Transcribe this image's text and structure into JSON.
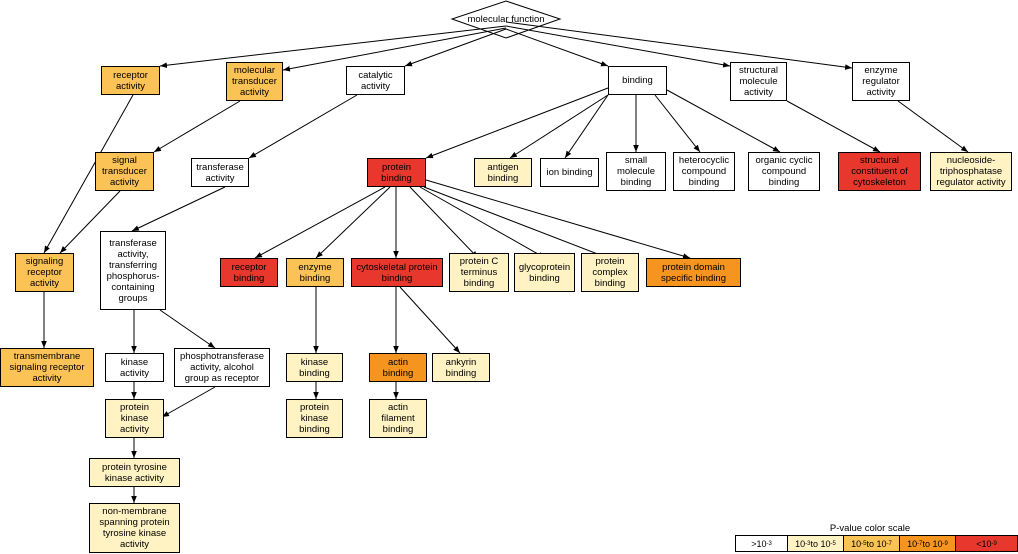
{
  "root": {
    "label": "molecular function"
  },
  "colors": {
    "c0": "#ffffff",
    "c1": "#fff3c4",
    "c2": "#fbc255",
    "c3": "#f5951f",
    "c4": "#e8382e"
  },
  "nodes": {
    "receptor_activity": "receptor\nactivity",
    "molecular_transducer": "molecular\ntransducer\nactivity",
    "catalytic_activity": "catalytic\nactivity",
    "binding": "binding",
    "structural_molecule": "structural\nmolecule\nactivity",
    "enzyme_regulator": "enzyme\nregulator\nactivity",
    "signal_transducer": "signal\ntransducer\nactivity",
    "transferase_activity": "transferase\nactivity",
    "protein_binding": "protein\nbinding",
    "antigen_binding": "antigen\nbinding",
    "ion_binding": "ion binding",
    "small_molecule_binding": "small\nmolecule\nbinding",
    "heterocyclic_compound_binding": "heterocyclic\ncompound\nbinding",
    "organic_cyclic_compound_binding": "organic cyclic\ncompound\nbinding",
    "structural_constituent_cytoskeleton": "structural\nconstituent of\ncytoskeleton",
    "nucleoside_triphosphatase_regulator": "nucleoside-\ntriphosphatase\nregulator activity",
    "signaling_receptor_activity": "signaling\nreceptor\nactivity",
    "transferase_phosphorus": "transferase\nactivity,\ntransferring\nphosphorus-\ncontaining\ngroups",
    "receptor_binding": "receptor\nbinding",
    "enzyme_binding": "enzyme\nbinding",
    "cytoskeletal_protein_binding": "cytoskeletal protein\nbinding",
    "protein_c_terminus_binding": "protein C\nterminus\nbinding",
    "glycoprotein_binding": "glycoprotein\nbinding",
    "protein_complex_binding": "protein\ncomplex\nbinding",
    "protein_domain_specific_binding": "protein domain\nspecific binding",
    "transmembrane_signaling_receptor": "transmembrane\nsignaling receptor\nactivity",
    "kinase_activity": "kinase\nactivity",
    "phosphotransferase_alcohol": "phosphotransferase\nactivity, alcohol\ngroup as receptor",
    "kinase_binding": "kinase\nbinding",
    "actin_binding": "actin\nbinding",
    "ankyrin_binding": "ankyrin\nbinding",
    "protein_kinase_activity": "protein\nkinase\nactivity",
    "protein_kinase_binding": "protein\nkinase\nbinding",
    "actin_filament_binding": "actin\nfilament\nbinding",
    "protein_tyrosine_kinase": "protein tyrosine\nkinase activity",
    "non_membrane_tyrosine_kinase": "non-membrane\nspanning protein\ntyrosine kinase\nactivity"
  },
  "legend": {
    "title": "P-value color scale",
    "items": [
      {
        "base": ">10",
        "exp": "-3"
      },
      {
        "base": "10",
        "exp": "-3",
        "mid": " to 10",
        "exp2": "-5"
      },
      {
        "base": "10",
        "exp": "-5",
        "mid": " to 10",
        "exp2": "-7"
      },
      {
        "base": "10",
        "exp": "-7",
        "mid": " to 10",
        "exp2": "-9"
      },
      {
        "base": "<10",
        "exp": "-9"
      }
    ]
  }
}
